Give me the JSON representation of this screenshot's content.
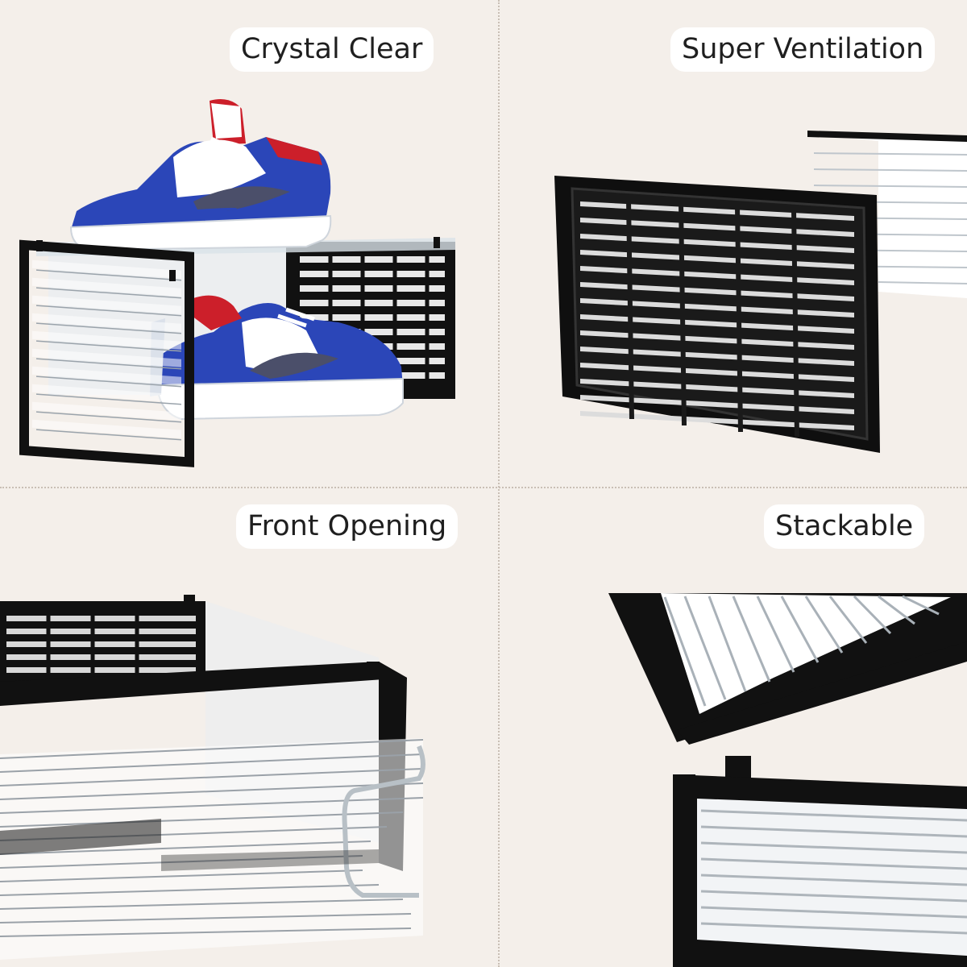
{
  "features": [
    {
      "label": "Crystal Clear"
    },
    {
      "label": "Super Ventilation"
    },
    {
      "label": "Front Opening"
    },
    {
      "label": "Stackable"
    }
  ],
  "colors": {
    "background": "#f4efea",
    "frame": "#111111",
    "shoe_blue": "#2b46b8",
    "shoe_red": "#cc1f2a",
    "label_bg": "#ffffff"
  }
}
